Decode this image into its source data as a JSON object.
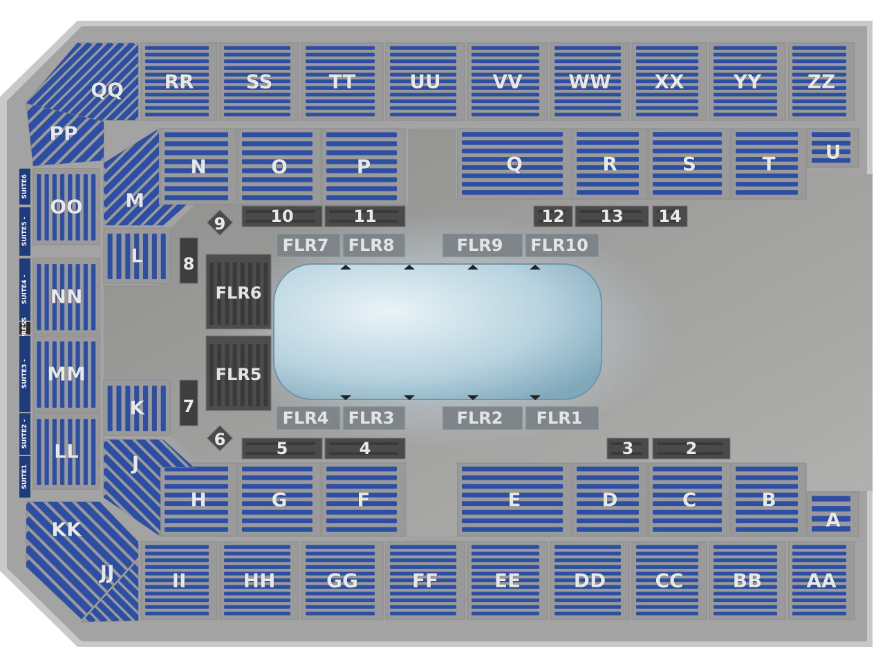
{
  "map": {
    "colors": {
      "concourse": "#a9a9a9",
      "floor": "#a4a4a3",
      "seat_blue": "#2d4fa3",
      "seat_dark": "#3a3a3a",
      "ice": "#bcd6e2"
    },
    "top_sections": [
      "RR",
      "SS",
      "TT",
      "UU",
      "VV",
      "WW",
      "XX",
      "YY",
      "ZZ"
    ],
    "bottom_sections": [
      "II",
      "HH",
      "GG",
      "FF",
      "EE",
      "DD",
      "CC",
      "BB",
      "AA"
    ],
    "upper_inner_sections": [
      "N",
      "O",
      "P",
      "Q",
      "R",
      "S",
      "T",
      "U"
    ],
    "lower_inner_sections": [
      "H",
      "G",
      "F",
      "E",
      "D",
      "C",
      "B",
      "A"
    ],
    "corner_sections": [
      "QQ",
      "PP",
      "M",
      "KK",
      "JJ",
      "J"
    ],
    "side_sections": [
      "OO",
      "NN",
      "MM",
      "LL",
      "L",
      "K"
    ],
    "suites": [
      "SUITE6",
      "SUITE5 -",
      "SUITE4 -",
      "PRESS",
      "SUITE3 -",
      "SUITE2 -",
      "SUITE1"
    ],
    "rail_top": [
      "10",
      "11",
      "12",
      "13",
      "14"
    ],
    "rail_bottom": [
      "5",
      "4",
      "3",
      "2"
    ],
    "small_boxes": [
      "9",
      "8",
      "7",
      "6"
    ],
    "floor_top": [
      "FLR7",
      "FLR8",
      "FLR9",
      "FLR10"
    ],
    "floor_bottom": [
      "FLR4",
      "FLR3",
      "FLR2",
      "FLR1"
    ],
    "floor_side": [
      "FLR6",
      "FLR5"
    ]
  }
}
